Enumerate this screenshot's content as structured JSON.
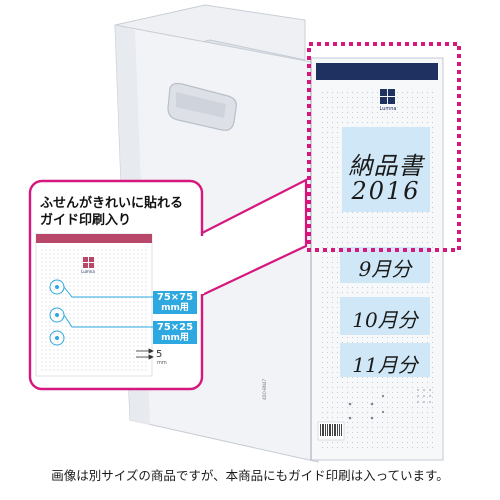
{
  "product": {
    "brand": "Lumna",
    "spine_code": "4DO-BN47"
  },
  "sticky_notes": {
    "main_line1": "納品書",
    "main_line2": "2016",
    "month1": "9月分",
    "month2": "10月分",
    "month3": "11月分"
  },
  "callout": {
    "title_line1": "ふせんがきれいに貼れる",
    "title_line2": "ガイド印刷入り",
    "mini_brand": "Lumna",
    "size_label_1_main": "75×75",
    "size_label_1_sub": "mm用",
    "size_label_2_main": "75×25",
    "size_label_2_sub": "mm用",
    "gap_value": "5",
    "gap_unit": "mm"
  },
  "footer": {
    "caption": "画像は別サイズの商品ですが、本商品にもガイド印刷は入っています。"
  },
  "colors": {
    "accent_magenta": "#d6177e",
    "navy_band": "#1e3160",
    "sticky_blue": "#cfe7f6",
    "label_blue": "#2ea8e0",
    "mini_band_rose": "#b8486a"
  },
  "icons": {
    "logo": "four-square-logo-icon",
    "guide_target": "concentric-circle-icon"
  }
}
